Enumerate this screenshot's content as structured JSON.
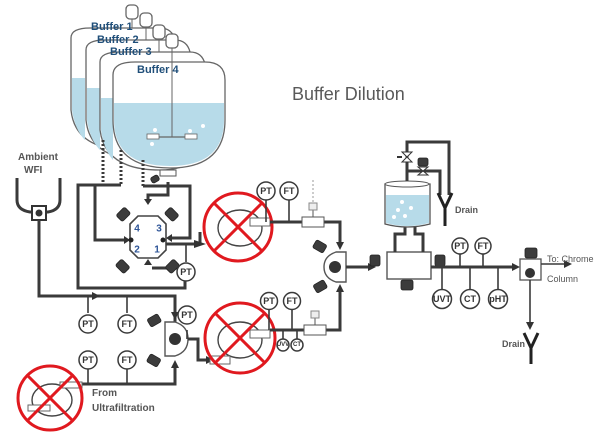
{
  "diagram": {
    "title": "Buffer Dilution",
    "buffers": [
      "Buffer 1",
      "Buffer 2",
      "Buffer 3",
      "Buffer 4"
    ],
    "ambient_wfi_line1": "Ambient",
    "ambient_wfi_line2": "WFI",
    "valve_ports": [
      "4",
      "3",
      "2",
      "1"
    ],
    "instruments": {
      "pt": "PT",
      "ft": "FT",
      "uvt": "UVT",
      "ct": "CT",
      "pht": "pHT",
      "uvv": "UVV"
    },
    "drain_label": "Drain",
    "to_chrome_line1": "To: Chrome",
    "to_chrome_line2": "Column",
    "from_uf_line1": "From",
    "from_uf_line2": "Ultrafiltration",
    "colors": {
      "pipe": "#3a3a3a",
      "liquid": "#b7dbe9",
      "cross": "#e0191f",
      "buffer_label": "#1f4e79",
      "title": "#595959"
    }
  }
}
